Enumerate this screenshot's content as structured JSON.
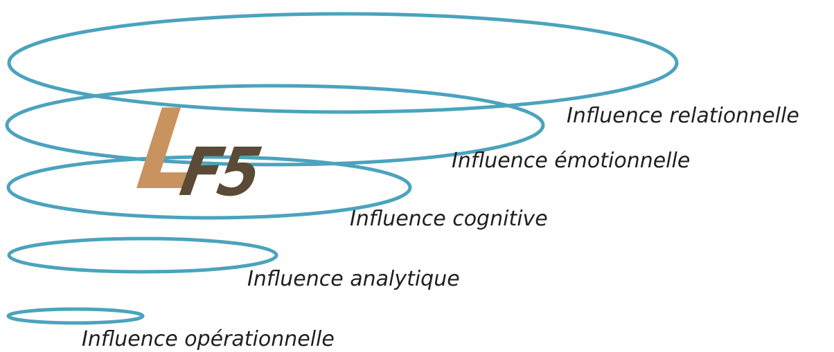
{
  "diagram": {
    "ring_color": "#4ba3bd",
    "levels": [
      {
        "label": "Influence relationnelle"
      },
      {
        "label": "Influence émotionnelle"
      },
      {
        "label": "Influence cognitive"
      },
      {
        "label": "Influence analytique"
      },
      {
        "label": "Influence opérationnelle"
      }
    ]
  },
  "logo": {
    "letter": "L",
    "mark": "F5",
    "letter_color": "#c8935e",
    "mark_color": "#5b4a35"
  }
}
